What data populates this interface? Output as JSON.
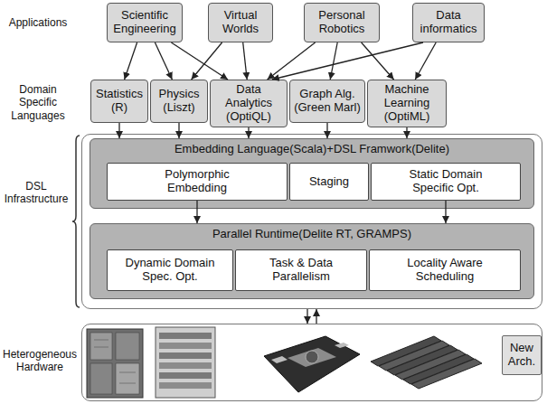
{
  "diagram": {
    "nodes": [
      {
        "text": [
          "Scientific Engineering"
        ]
      },
      {
        "text": [
          "Virtual Worlds"
        ]
      },
      {
        "text": [
          "Personal Robotics"
        ]
      },
      {
        "text": [
          "Data informatics"
        ]
      },
      {
        "text": [
          "Statistics (R)"
        ]
      },
      {
        "text": [
          "Physics (Liszt)"
        ]
      },
      {
        "text": [
          "Data Analytics (OptiQL)"
        ]
      },
      {
        "text": [
          "Graph Alg. (Green Marl)"
        ]
      },
      {
        "text": [
          "Machine Learning (OptiML)"
        ]
      },
      {
        "text": [
          "DSL Infrastructure"
        ]
      },
      {
        "text": [
          "Embedding Language(Scala)+DSL Framwork(Delite)"
        ],
        "in": 9
      },
      {
        "text": [
          "Polymorphic Embedding"
        ],
        "in": 10
      },
      {
        "text": [
          "Staging"
        ],
        "in": 10
      },
      {
        "text": [
          "Static Domain Specific Opt."
        ],
        "in": 10
      },
      {
        "text": [
          "Parallel Runtime(Delite RT, GRAMPS)"
        ],
        "in": 9
      },
      {
        "text": [
          "Dynamic Domain Spec. Opt."
        ],
        "in": 14
      },
      {
        "text": [
          "Task & Data Parallelism"
        ],
        "in": 14
      },
      {
        "text": [
          "Locality Aware Scheduling"
        ],
        "in": 14
      },
      {
        "text": [
          "Heterogeneous Hardware"
        ]
      },
      {
        "text": [
          "New Arch."
        ],
        "in": 18
      }
    ],
    "edges": [
      {
        "from": 0,
        "to": 4,
        "arrow": "to"
      },
      {
        "from": 0,
        "to": 5,
        "arrow": "to"
      },
      {
        "from": 0,
        "to": 6,
        "arrow": "to"
      },
      {
        "from": 1,
        "to": 5,
        "arrow": "to"
      },
      {
        "from": 1,
        "to": 6,
        "arrow": "to"
      },
      {
        "from": 2,
        "to": 6,
        "arrow": "to"
      },
      {
        "from": 2,
        "to": 7,
        "arrow": "to"
      },
      {
        "from": 2,
        "to": 8,
        "arrow": "to"
      },
      {
        "from": 3,
        "to": 6,
        "arrow": "to"
      },
      {
        "from": 3,
        "to": 8,
        "arrow": "to"
      },
      {
        "from": 4,
        "to": 10,
        "arrow": "to"
      },
      {
        "from": 5,
        "to": 10,
        "arrow": "to"
      },
      {
        "from": 6,
        "to": 10,
        "arrow": "to"
      },
      {
        "from": 7,
        "to": 10,
        "arrow": "to"
      },
      {
        "from": 8,
        "to": 10,
        "arrow": "to"
      },
      {
        "from": 11,
        "to": 14,
        "arrow": "to"
      },
      {
        "from": 13,
        "to": 14,
        "arrow": "to"
      },
      {
        "from": 9,
        "to": 18,
        "arrow": "to"
      },
      {
        "from": 18,
        "to": 9,
        "arrow": "to"
      }
    ],
    "labels": [
      "Applications",
      "Domain Specific Languages"
    ]
  }
}
